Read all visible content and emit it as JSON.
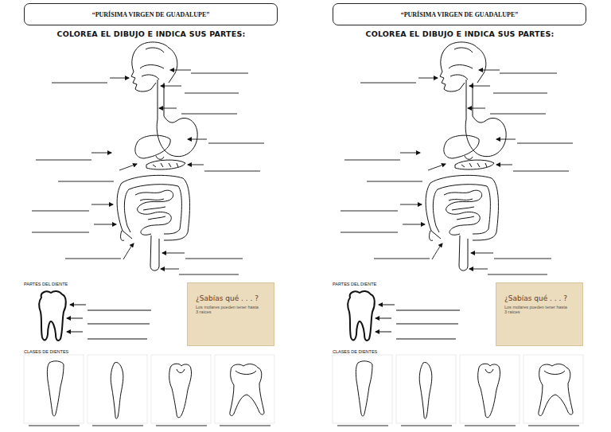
{
  "diagram": {
    "nodes": [
      {
        "text": [
          "“PURÍSIMA VIRGEN DE GUADALUPE”"
        ]
      },
      {
        "text": [
          "¿Sabías qué . . . ?",
          "Los molares pueden tener hasta 3 raíces"
        ]
      },
      {
        "text": [
          "“PURÍSIMA VIRGEN DE GUADALUPE”"
        ]
      },
      {
        "text": [
          "¿Sabías qué . . . ?",
          "Los molares pueden tener hasta 3 raíces"
        ]
      }
    ],
    "labels": [
      "COLOREA EL DIBUJO E INDICA SUS PARTES:",
      "PARTES DEL DIENTE",
      "CLASES DE DIENTES",
      "COLOREA EL DIBUJO E INDICA SUS PARTES:",
      "PARTES DEL DIENTE",
      "CLASES DE DIENTES"
    ]
  }
}
